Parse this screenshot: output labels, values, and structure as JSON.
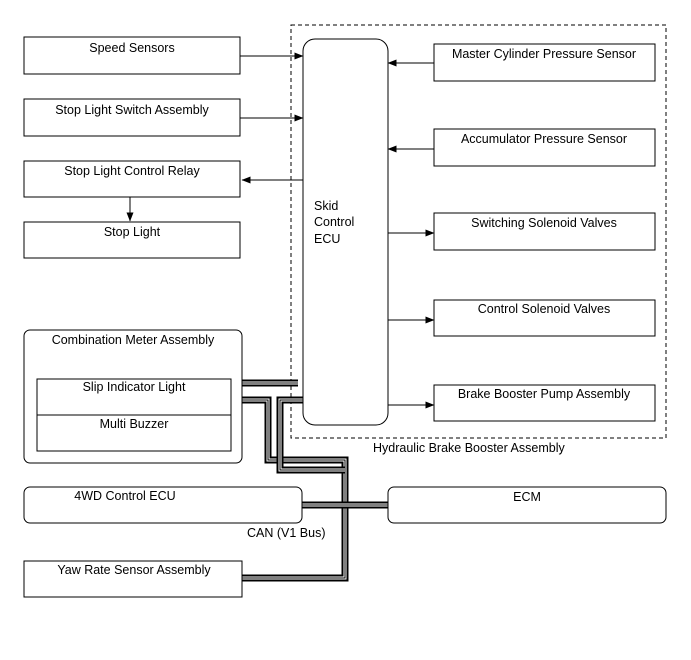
{
  "diagram": {
    "boxes": {
      "speed_sensors": "Speed Sensors",
      "stop_light_switch": "Stop Light Switch Assembly",
      "stop_light_relay": "Stop Light Control Relay",
      "stop_light": "Stop Light",
      "combination_meter": "Combination Meter Assembly",
      "slip_indicator": "Slip Indicator Light",
      "multi_buzzer": "Multi Buzzer",
      "ecu_4wd": "4WD Control ECU",
      "yaw_rate": "Yaw Rate Sensor Assembly",
      "ecm": "ECM",
      "master_cylinder": "Master Cylinder Pressure Sensor",
      "accumulator": "Accumulator Pressure Sensor",
      "switching_valves": "Switching Solenoid Valves",
      "control_valves": "Control Solenoid Valves",
      "pump": "Brake Booster Pump Assembly",
      "skid_ecu_line1": "Skid",
      "skid_ecu_line2": "Control",
      "skid_ecu_line3": "ECU"
    },
    "labels": {
      "hydraulic_assembly": "Hydraulic Brake Booster Assembly",
      "can_bus": "CAN (V1 Bus)"
    }
  }
}
